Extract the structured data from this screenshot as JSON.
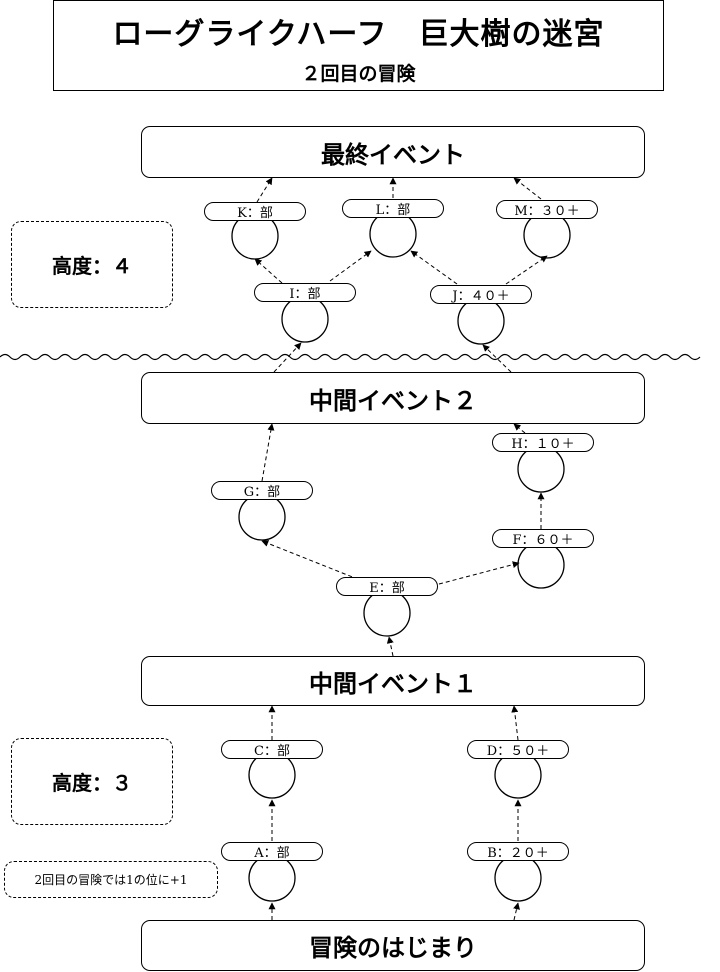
{
  "header": {
    "title": "ローグライクハーフ　巨大樹の迷宮",
    "subtitle": "２回目の冒険"
  },
  "events": {
    "final": "最終イベント",
    "mid2": "中間イベント２",
    "mid1": "中間イベント１",
    "start": "冒険のはじまり"
  },
  "heights": {
    "upper": "高度：４",
    "lower": "高度：３"
  },
  "note": "2回目の冒険では1の位に+1",
  "nodes": {
    "A": "A：部",
    "B": "B：２０＋",
    "C": "C：部",
    "D": "D：５０＋",
    "E": "E：部",
    "F": "F：６０＋",
    "G": "G：部",
    "H": "H：１０＋",
    "I": "I：部",
    "J": "J：４０＋",
    "K": "K：部",
    "L": "L：部",
    "M": "M：３０＋"
  }
}
